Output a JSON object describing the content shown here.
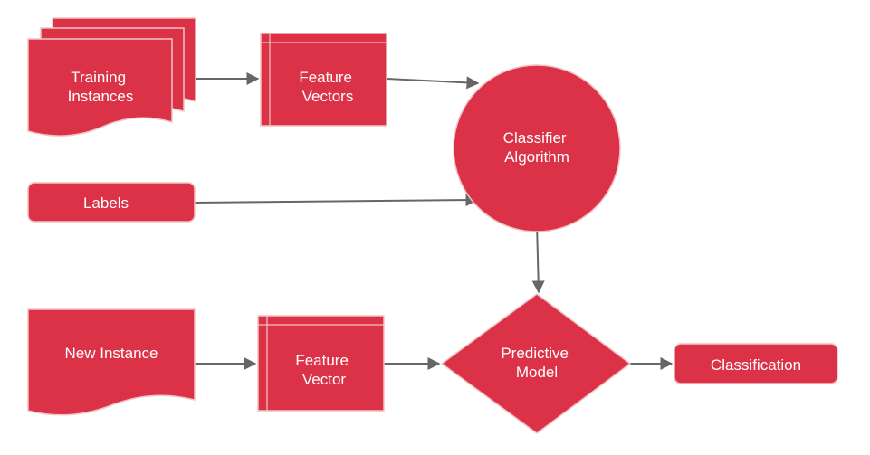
{
  "nodes": {
    "training_instances": {
      "lines": [
        "Training",
        "Instances"
      ]
    },
    "feature_vectors": {
      "lines": [
        "Feature",
        "Vectors"
      ]
    },
    "classifier_algorithm": {
      "lines": [
        "Classifier",
        "Algorithm"
      ]
    },
    "labels": {
      "label": "Labels"
    },
    "new_instance": {
      "label": "New Instance"
    },
    "feature_vector": {
      "lines": [
        "Feature",
        "Vector"
      ]
    },
    "predictive_model": {
      "lines": [
        "Predictive",
        "Model"
      ]
    },
    "classification": {
      "label": "Classification"
    }
  },
  "edges": [
    {
      "from": "training_instances",
      "to": "feature_vectors"
    },
    {
      "from": "feature_vectors",
      "to": "classifier_algorithm"
    },
    {
      "from": "labels",
      "to": "classifier_algorithm"
    },
    {
      "from": "classifier_algorithm",
      "to": "predictive_model"
    },
    {
      "from": "new_instance",
      "to": "feature_vector"
    },
    {
      "from": "feature_vector",
      "to": "predictive_model"
    },
    {
      "from": "predictive_model",
      "to": "classification"
    }
  ],
  "colors": {
    "node_fill": "#dc3248",
    "node_outline": "#f2c4c4",
    "edge": "#666666",
    "text": "#ffffff"
  }
}
